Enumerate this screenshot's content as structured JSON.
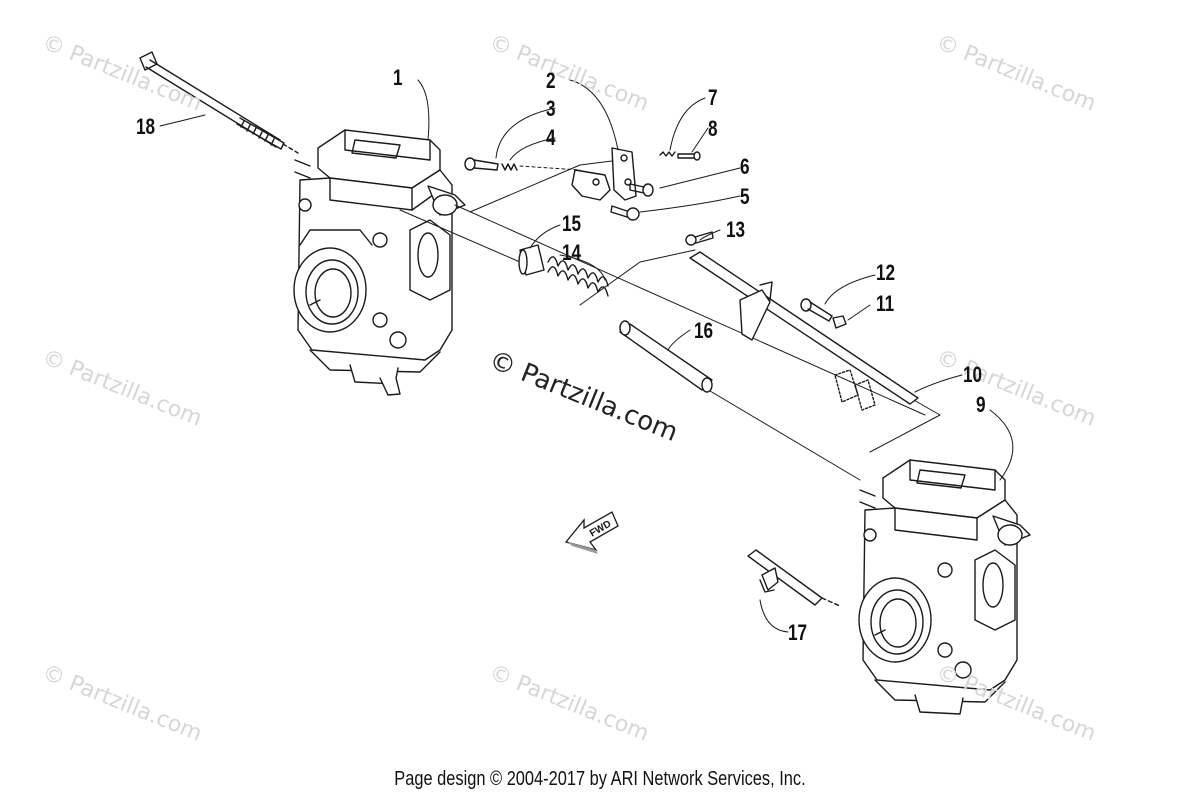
{
  "watermark": "© Partzilla.com",
  "center_watermark": "© Partzilla.com",
  "forward_arrow_label": "FWD",
  "footer": "Page design © 2004-2017 by ARI Network Services, Inc.",
  "callouts": [
    "1",
    "2",
    "3",
    "4",
    "5",
    "6",
    "7",
    "8",
    "9",
    "10",
    "11",
    "12",
    "13",
    "14",
    "15",
    "16",
    "17",
    "18"
  ],
  "line_color": "#1a1a1a"
}
